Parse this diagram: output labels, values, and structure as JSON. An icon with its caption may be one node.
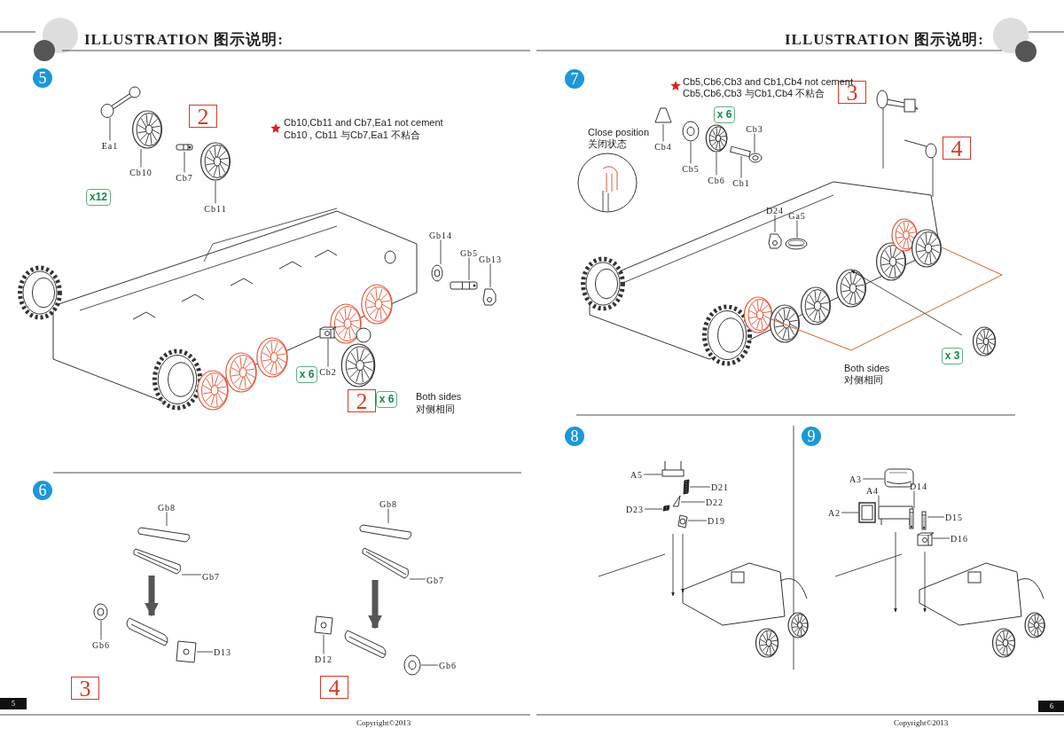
{
  "diagram": {
    "nodes": [
      {
        "text": [
          "5"
        ]
      },
      {
        "text": [
          "2"
        ]
      },
      {
        "text": [
          "Ea1"
        ]
      },
      {
        "text": [],
        "shape": "picture"
      },
      {
        "text": [
          "Cb10"
        ]
      },
      {
        "text": [],
        "shape": "picture"
      },
      {
        "text": [
          "Cb7"
        ]
      },
      {
        "text": [],
        "shape": "picture"
      },
      {
        "text": [
          "Cb11"
        ]
      },
      {
        "text": [],
        "shape": "picture"
      },
      {
        "text": [
          "x12"
        ]
      },
      {
        "text": [
          "Gb14"
        ]
      },
      {
        "text": [],
        "shape": "picture"
      },
      {
        "text": [
          "Gb5"
        ]
      },
      {
        "text": [],
        "shape": "picture"
      },
      {
        "text": [
          "Gb13"
        ]
      },
      {
        "text": [],
        "shape": "picture"
      },
      {
        "text": [
          "x 6"
        ]
      },
      {
        "text": [
          "Cb2"
        ]
      },
      {
        "text": [],
        "shape": "picture"
      },
      {
        "text": [
          "2"
        ]
      },
      {
        "text": [
          "x 6"
        ]
      },
      {
        "text": [
          "6"
        ]
      },
      {
        "text": [
          "Gb8"
        ]
      },
      {
        "text": [],
        "shape": "picture"
      },
      {
        "text": [
          "Gb7"
        ]
      },
      {
        "text": [],
        "shape": "picture"
      },
      {
        "text": [
          "Gb6"
        ]
      },
      {
        "text": [],
        "shape": "picture"
      },
      {
        "text": [
          "D13"
        ]
      },
      {
        "text": [],
        "shape": "picture"
      },
      {
        "text": [
          "3"
        ]
      },
      {
        "text": [
          "Gb8"
        ]
      },
      {
        "text": [],
        "shape": "picture"
      },
      {
        "text": [
          "Gb7"
        ]
      },
      {
        "text": [],
        "shape": "picture"
      },
      {
        "text": [
          "D12"
        ]
      },
      {
        "text": [],
        "shape": "picture"
      },
      {
        "text": [
          "Gb6"
        ]
      },
      {
        "text": [],
        "shape": "picture"
      },
      {
        "text": [
          "4"
        ]
      },
      {
        "text": [
          "5"
        ]
      },
      {
        "text": [
          "7"
        ]
      },
      {
        "text": [
          "3"
        ]
      },
      {
        "text": [
          "x 6"
        ]
      },
      {
        "text": [
          "Cb3"
        ]
      },
      {
        "text": [],
        "shape": "picture"
      },
      {
        "text": [
          "Cb4"
        ]
      },
      {
        "text": [],
        "shape": "picture"
      },
      {
        "text": [
          "4"
        ]
      },
      {
        "text": [
          "Cb5"
        ]
      },
      {
        "text": [],
        "shape": "picture"
      },
      {
        "text": [
          "Cb6"
        ]
      },
      {
        "text": [],
        "shape": "picture"
      },
      {
        "text": [
          "Cb1"
        ]
      },
      {
        "text": [],
        "shape": "picture"
      },
      {
        "text": [
          "D24"
        ]
      },
      {
        "text": [],
        "shape": "picture"
      },
      {
        "text": [
          "Ga5"
        ]
      },
      {
        "text": [],
        "shape": "picture"
      },
      {
        "text": [
          "x 3"
        ]
      },
      {
        "text": [
          "8"
        ]
      },
      {
        "text": [
          "A5"
        ]
      },
      {
        "text": [],
        "shape": "picture"
      },
      {
        "text": [
          "D21"
        ]
      },
      {
        "text": [],
        "shape": "picture"
      },
      {
        "text": [
          "D22"
        ]
      },
      {
        "text": [],
        "shape": "picture"
      },
      {
        "text": [
          "D23"
        ]
      },
      {
        "text": [],
        "shape": "picture"
      },
      {
        "text": [
          "D19"
        ]
      },
      {
        "text": [],
        "shape": "picture"
      },
      {
        "text": [
          "9"
        ]
      },
      {
        "text": [
          "A3"
        ]
      },
      {
        "text": [],
        "shape": "picture"
      },
      {
        "text": [
          "A4"
        ]
      },
      {
        "text": [],
        "shape": "picture"
      },
      {
        "text": [
          "D14"
        ]
      },
      {
        "text": [],
        "shape": "picture"
      },
      {
        "text": [
          "A2"
        ]
      },
      {
        "text": [],
        "shape": "picture"
      },
      {
        "text": [
          "D15"
        ]
      },
      {
        "text": [],
        "shape": "picture"
      },
      {
        "text": [
          "D16"
        ]
      },
      {
        "text": [],
        "shape": "picture"
      },
      {
        "text": [
          "6"
        ]
      },
      {
        "text": [],
        "shape": "picture"
      },
      {
        "text": [],
        "shape": "picture"
      }
    ],
    "edges": [
      {
        "from": 2,
        "to": 3,
        "arrow": "none"
      },
      {
        "from": 4,
        "to": 5,
        "arrow": "none"
      },
      {
        "from": 6,
        "to": 7,
        "arrow": "none"
      },
      {
        "from": 8,
        "to": 9,
        "arrow": "none"
      },
      {
        "from": 11,
        "to": 12,
        "arrow": "none"
      },
      {
        "from": 13,
        "to": 14,
        "arrow": "none"
      },
      {
        "from": 15,
        "to": 16,
        "arrow": "none"
      },
      {
        "from": 18,
        "to": 19,
        "arrow": "none"
      },
      {
        "from": 23,
        "to": 24,
        "arrow": "none"
      },
      {
        "from": 25,
        "to": 26,
        "arrow": "none"
      },
      {
        "from": 27,
        "to": 28,
        "arrow": "none"
      },
      {
        "from": 29,
        "to": 30,
        "arrow": "none"
      },
      {
        "from": 32,
        "to": 33,
        "arrow": "none"
      },
      {
        "from": 34,
        "to": 35,
        "arrow": "none"
      },
      {
        "from": 36,
        "to": 37,
        "arrow": "none"
      },
      {
        "from": 38,
        "to": 39,
        "arrow": "none"
      },
      {
        "from": 45,
        "to": 46,
        "arrow": "none"
      },
      {
        "from": 47,
        "to": 48,
        "arrow": "none"
      },
      {
        "from": 50,
        "to": 51,
        "arrow": "none"
      },
      {
        "from": 52,
        "to": 53,
        "arrow": "none"
      },
      {
        "from": 54,
        "to": 55,
        "arrow": "none"
      },
      {
        "from": 56,
        "to": 57,
        "arrow": "none"
      },
      {
        "from": 58,
        "to": 59,
        "arrow": "none"
      },
      {
        "from": 62,
        "to": 63,
        "arrow": "none"
      },
      {
        "from": 64,
        "to": 65,
        "arrow": "none"
      },
      {
        "from": 66,
        "to": 67,
        "arrow": "none"
      },
      {
        "from": 68,
        "to": 69,
        "arrow": "none"
      },
      {
        "from": 70,
        "to": 71,
        "arrow": "none"
      },
      {
        "from": 73,
        "to": 74,
        "arrow": "none"
      },
      {
        "from": 75,
        "to": 76,
        "arrow": "none"
      },
      {
        "from": 77,
        "to": 78,
        "arrow": "none"
      },
      {
        "from": 79,
        "to": 80,
        "arrow": "none"
      },
      {
        "from": 81,
        "to": 82,
        "arrow": "none"
      },
      {
        "from": 83,
        "to": 84,
        "arrow": "none"
      },
      {
        "from": 26,
        "to": 86,
        "arrow": "to",
        "style": "thick",
        "color": "#555555"
      },
      {
        "from": 35,
        "to": 87,
        "arrow": "to",
        "style": "thick",
        "color": "#555555"
      }
    ],
    "labels": [
      "ILLUSTRATION 图示说明:",
      "Cb10,Cb11 and Cb7,Ea1 not cement",
      "Cb10 , Cb11 与Cb7,Ea1 不粘合",
      "Both sides",
      "对侧相同",
      "Copyright©2013",
      "ILLUSTRATION 图示说明:",
      "Cb5,Cb6,Cb3 and Cb1,Cb4 not cement",
      "Cb5,Cb6,Cb3 与Cb1,Cb4 不粘合",
      "Close position",
      "关闭状态",
      "Both sides",
      "对侧相同",
      "Copyright©2013"
    ]
  }
}
